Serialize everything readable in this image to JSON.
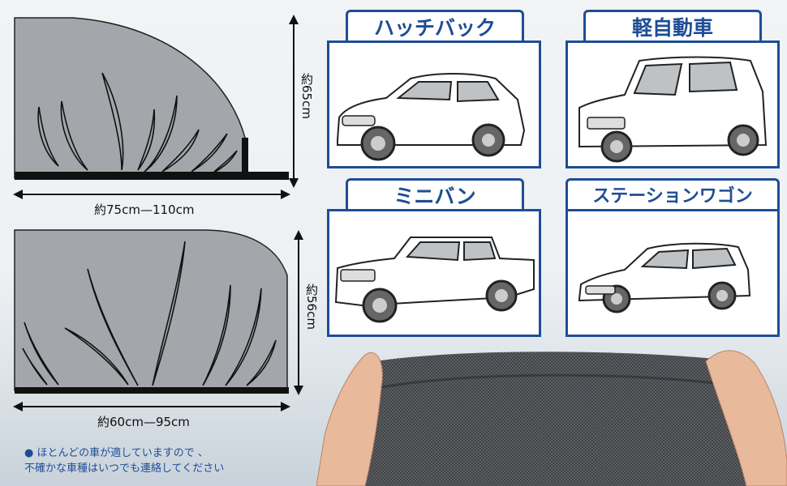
{
  "dims": {
    "top_width": "約75cm—110cm",
    "top_height": "約65cm",
    "bottom_width": "約60cm—95cm",
    "bottom_height": "約56cm"
  },
  "vehicles": [
    {
      "label": "ハッチバック"
    },
    {
      "label": "軽自動車"
    },
    {
      "label": "ミニバン"
    },
    {
      "label": "ステーションワゴン"
    }
  ],
  "note": {
    "bullet": "●",
    "line1": "ほとんどの車が適していますので 、",
    "line2": "不確かな車種はいつでも連絡してください"
  },
  "colors": {
    "brand_blue": "#1e4d96",
    "mesh_gray": "#a8aaad"
  }
}
